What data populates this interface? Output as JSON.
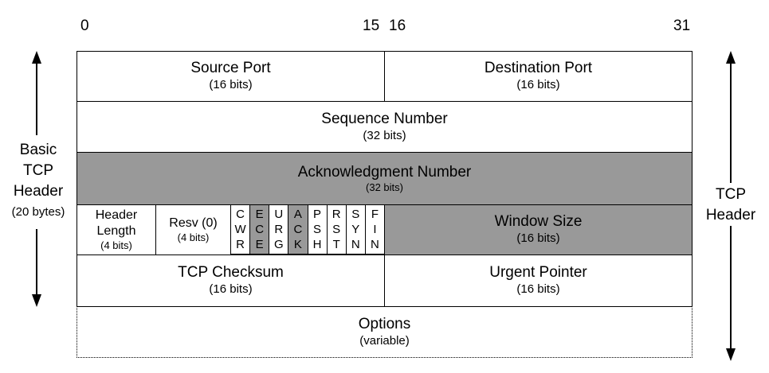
{
  "bit_positions": {
    "b0": "0",
    "b15": "15",
    "b16": "16",
    "b31": "31"
  },
  "left_label": {
    "line1": "Basic",
    "line2": "TCP",
    "line3": "Header",
    "line4": "(20 bytes)"
  },
  "right_label": {
    "line1": "TCP",
    "line2": "Header"
  },
  "fields": {
    "source_port": {
      "name": "Source Port",
      "size": "(16 bits)"
    },
    "destination_port": {
      "name": "Destination Port",
      "size": "(16 bits)"
    },
    "sequence_number": {
      "name": "Sequence Number",
      "size": "(32 bits)"
    },
    "acknowledgment_number": {
      "name": "Acknowledgment Number",
      "size": "(32 bits)"
    },
    "header_length": {
      "line1": "Header",
      "line2": "Length",
      "size": "(4 bits)"
    },
    "resv": {
      "name": "Resv (0)",
      "size": "(4 bits)"
    },
    "window_size": {
      "name": "Window Size",
      "size": "(16 bits)"
    },
    "tcp_checksum": {
      "name": "TCP Checksum",
      "size": "(16 bits)"
    },
    "urgent_pointer": {
      "name": "Urgent Pointer",
      "size": "(16 bits)"
    },
    "options": {
      "name": "Options",
      "size": "(variable)"
    }
  },
  "flags": [
    {
      "c1": "C",
      "c2": "W",
      "c3": "R",
      "highlighted": false
    },
    {
      "c1": "E",
      "c2": "C",
      "c3": "E",
      "highlighted": true
    },
    {
      "c1": "U",
      "c2": "R",
      "c3": "G",
      "highlighted": false
    },
    {
      "c1": "A",
      "c2": "C",
      "c3": "K",
      "highlighted": true
    },
    {
      "c1": "P",
      "c2": "S",
      "c3": "H",
      "highlighted": false
    },
    {
      "c1": "R",
      "c2": "S",
      "c3": "T",
      "highlighted": false
    },
    {
      "c1": "S",
      "c2": "Y",
      "c3": "N",
      "highlighted": false
    },
    {
      "c1": "F",
      "c2": "I",
      "c3": "N",
      "highlighted": false
    }
  ],
  "colors": {
    "highlight": "#999999",
    "border": "#000000"
  }
}
